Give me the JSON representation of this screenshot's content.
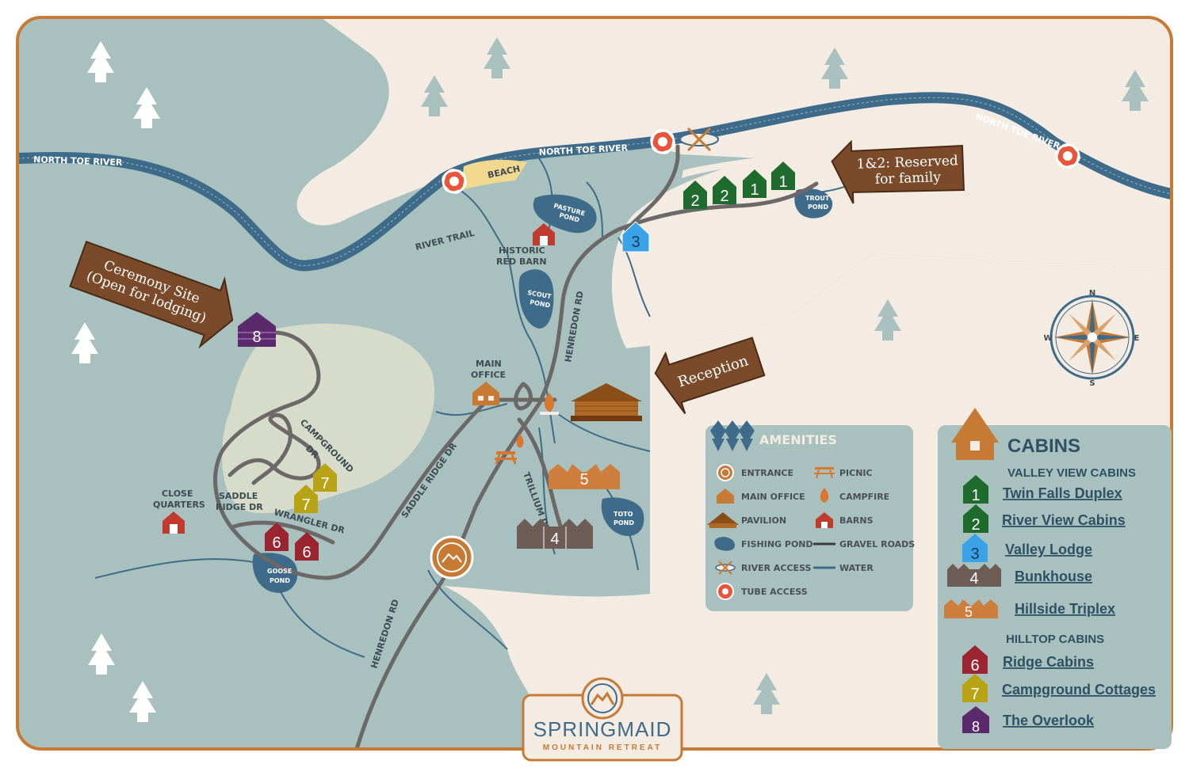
{
  "colors": {
    "frame": "#c67a34",
    "water": "#a8c1bf",
    "land": "#f4ebe2",
    "river": "#3e6b89",
    "road": "#6b6867",
    "green_cabin": "#1f6b2e",
    "blue_cabin": "#3aa3e8",
    "bunkhouse": "#6e5d57",
    "triplex": "#cd7d3c",
    "ridge": "#9a2430",
    "campground": "#b8a314",
    "overlook": "#5b2a6c"
  },
  "map_labels": {
    "river_left": "NORTH TOE RIVER",
    "river_mid": "NORTH TOE RIVER",
    "river_right": "NORTH TOE RIVER",
    "beach": "BEACH",
    "river_trail": "RIVER TRAIL",
    "pasture_pond_1": "PASTURE",
    "pasture_pond_2": "POND",
    "scout_pond_1": "SCOUT",
    "scout_pond_2": "POND",
    "trout_pond_1": "TROUT",
    "trout_pond_2": "POND",
    "toto_pond_1": "TOTO",
    "toto_pond_2": "POND",
    "goose_pond_1": "GOOSE",
    "goose_pond_2": "POND",
    "historic_red_barn_1": "HISTORIC",
    "historic_red_barn_2": "RED BARN",
    "henredon_rd_top": "HENREDON RD",
    "henredon_rd_bottom": "HENREDON RD",
    "main_office_1": "MAIN",
    "main_office_2": "OFFICE",
    "saddle_ridge_dr_road": "SADDLE RIDGE DR",
    "saddle_ridge_dr_1": "SADDLE",
    "saddle_ridge_dr_2": "RIDGE DR",
    "trillium_dr": "TRILLIUM DR",
    "campground_dr_1": "CAMPGROUND",
    "campground_dr_2": "DR",
    "wrangler_dr": "WRANGLER DR",
    "close_quarters_1": "CLOSE",
    "close_quarters_2": "QUARTERS"
  },
  "signs": {
    "family_1": "1&2: Reserved",
    "family_2": "for family",
    "ceremony_1": "Ceremony Site",
    "ceremony_2": "(Open for lodging)",
    "reception": "Reception"
  },
  "cabin_numbers": {
    "c1a": "1",
    "c1b": "1",
    "c2a": "2",
    "c2b": "2",
    "c3": "3",
    "c4": "4",
    "c5": "5",
    "c6a": "6",
    "c6b": "6",
    "c7a": "7",
    "c7b": "7",
    "c8": "8"
  },
  "compass": {
    "n": "N",
    "s": "S",
    "e": "E",
    "w": "W"
  },
  "amenities": {
    "title": "AMENITIES",
    "items": [
      {
        "label": "ENTRANCE",
        "icon": "entrance-icon"
      },
      {
        "label": "MAIN OFFICE",
        "icon": "main-office-icon"
      },
      {
        "label": "PAVILION",
        "icon": "pavilion-icon"
      },
      {
        "label": "FISHING POND",
        "icon": "fishing-pond-icon"
      },
      {
        "label": "RIVER ACCESS",
        "icon": "river-access-icon"
      },
      {
        "label": "TUBE ACCESS",
        "icon": "tube-access-icon"
      },
      {
        "label": "PICNIC",
        "icon": "picnic-icon"
      },
      {
        "label": "CAMPFIRE",
        "icon": "campfire-icon"
      },
      {
        "label": "BARNS",
        "icon": "barn-icon"
      },
      {
        "label": "GRAVEL ROADS",
        "icon": "gravel-road-icon"
      },
      {
        "label": "WATER",
        "icon": "water-icon"
      }
    ]
  },
  "cabins": {
    "title": "CABINS",
    "valley_heading": "VALLEY VIEW CABINS",
    "hilltop_heading": "HILLTOP CABINS",
    "valley": [
      {
        "number": "1",
        "name": "Twin Falls Duplex"
      },
      {
        "number": "2",
        "name": "River View Cabins"
      },
      {
        "number": "3",
        "name": "Valley Lodge"
      },
      {
        "number": "4",
        "name": "Bunkhouse"
      },
      {
        "number": "5",
        "name": "Hillside Triplex"
      }
    ],
    "hilltop": [
      {
        "number": "6",
        "name": "Ridge Cabins"
      },
      {
        "number": "7",
        "name": "Campground Cottages"
      },
      {
        "number": "8",
        "name": "The Overlook"
      }
    ]
  },
  "logo": {
    "name": "SPRINGMAID",
    "tagline": "MOUNTAIN RETREAT"
  }
}
